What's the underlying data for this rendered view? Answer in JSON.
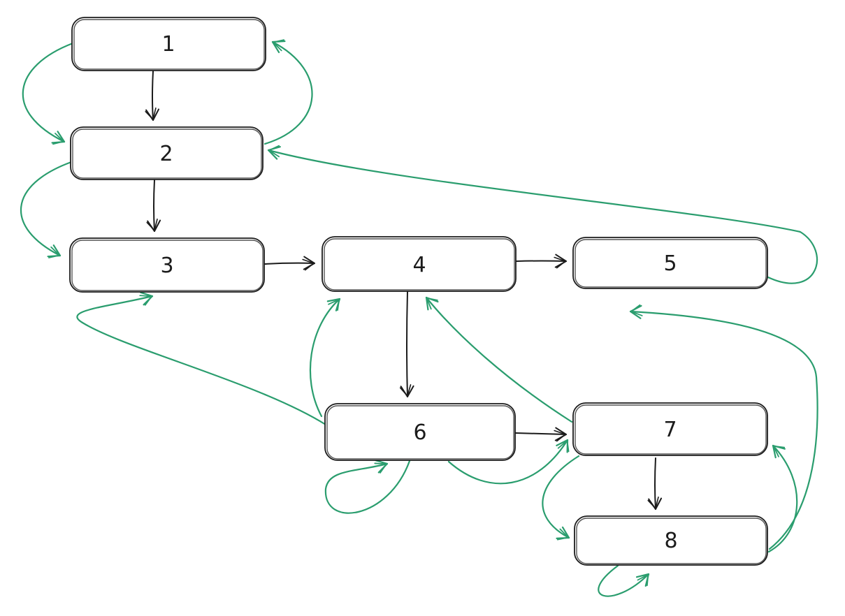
{
  "diagram": {
    "type": "hand-drawn-flow-graph",
    "background": "#ffffff",
    "colors": {
      "black": "#1b1b1b",
      "green": "#2a9d6e",
      "node_fill": "#ffffff"
    },
    "nodes": [
      {
        "id": "1",
        "label": "1"
      },
      {
        "id": "2",
        "label": "2"
      },
      {
        "id": "3",
        "label": "3"
      },
      {
        "id": "4",
        "label": "4"
      },
      {
        "id": "5",
        "label": "5"
      },
      {
        "id": "6",
        "label": "6"
      },
      {
        "id": "7",
        "label": "7"
      },
      {
        "id": "8",
        "label": "8"
      }
    ],
    "edges_black": [
      {
        "from": "1",
        "to": "2"
      },
      {
        "from": "2",
        "to": "3"
      },
      {
        "from": "3",
        "to": "4"
      },
      {
        "from": "4",
        "to": "5"
      },
      {
        "from": "4",
        "to": "6"
      },
      {
        "from": "6",
        "to": "7"
      },
      {
        "from": "7",
        "to": "8"
      }
    ],
    "edges_green": [
      {
        "from": "1",
        "to": "2",
        "route": "left-outer-loop"
      },
      {
        "from": "2",
        "to": "3",
        "route": "left-outer-loop"
      },
      {
        "from": "2",
        "to": "1",
        "route": "right-loop-up"
      },
      {
        "from": "5",
        "to": "2",
        "route": "long-sweep-around-right"
      },
      {
        "from": "6",
        "to": "3",
        "route": "low-sweep-left"
      },
      {
        "from": "6",
        "to": "4",
        "route": "short-curve-up"
      },
      {
        "from": "7",
        "to": "4",
        "route": "sweep-up-left"
      },
      {
        "from": "8",
        "to": "5",
        "route": "sweep-up-right-side"
      },
      {
        "from": "6",
        "to": "6",
        "route": "self-loop-bottom"
      },
      {
        "from": "8",
        "to": "7",
        "route": "right-loop-up"
      },
      {
        "from": "6",
        "to": "7",
        "route": "low-route-right"
      },
      {
        "from": "7",
        "to": "8",
        "route": "left-loop-down"
      },
      {
        "from": "8",
        "to": "8",
        "route": "self-loop-bottom"
      }
    ]
  }
}
